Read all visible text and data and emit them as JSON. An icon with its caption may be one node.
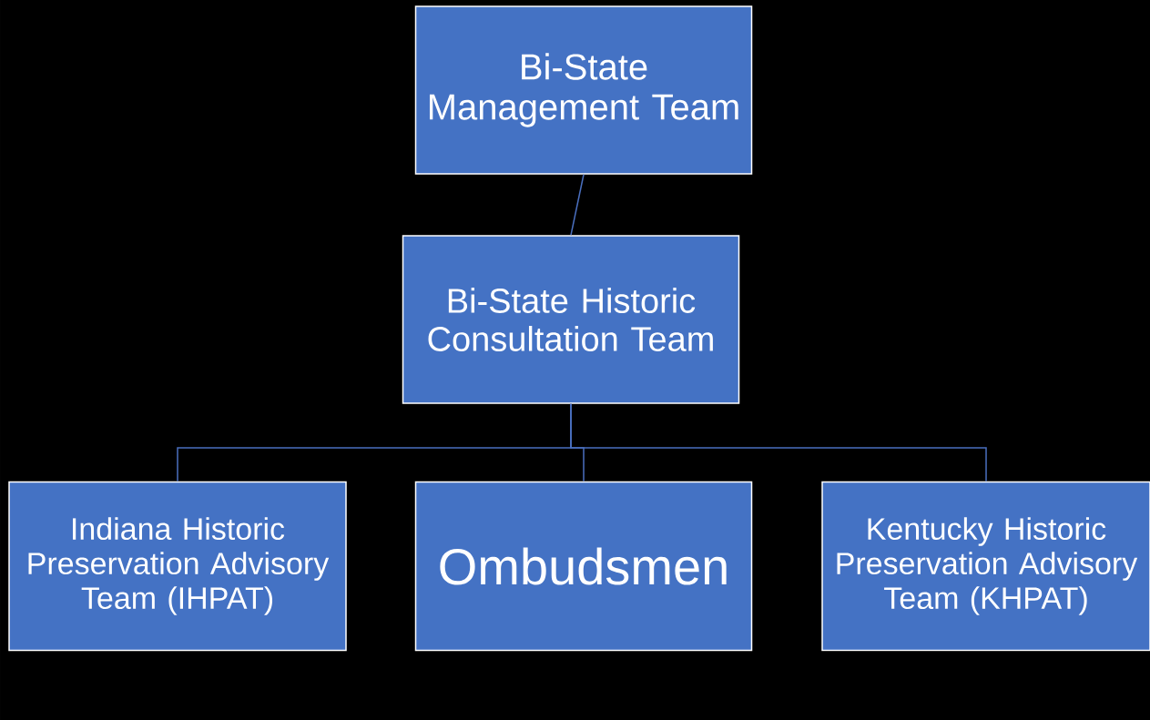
{
  "diagram": {
    "nodes": [
      {
        "text": [
          "Bi-State Management Team"
        ]
      },
      {
        "text": [
          "Bi-State Historic Consultation Team"
        ]
      },
      {
        "text": [
          "Indiana Historic Preservation Advisory Team (IHPAT)"
        ]
      },
      {
        "text": [
          "Ombudsmen"
        ]
      },
      {
        "text": [
          "Kentucky Historic Preservation Advisory Team (KHPAT)"
        ]
      }
    ],
    "edges": [
      {
        "from": 0,
        "to": 1,
        "arrow": "none"
      },
      {
        "from": 1,
        "to": 2,
        "arrow": "none"
      },
      {
        "from": 1,
        "to": 3,
        "arrow": "none"
      },
      {
        "from": 1,
        "to": 4,
        "arrow": "none"
      }
    ]
  }
}
